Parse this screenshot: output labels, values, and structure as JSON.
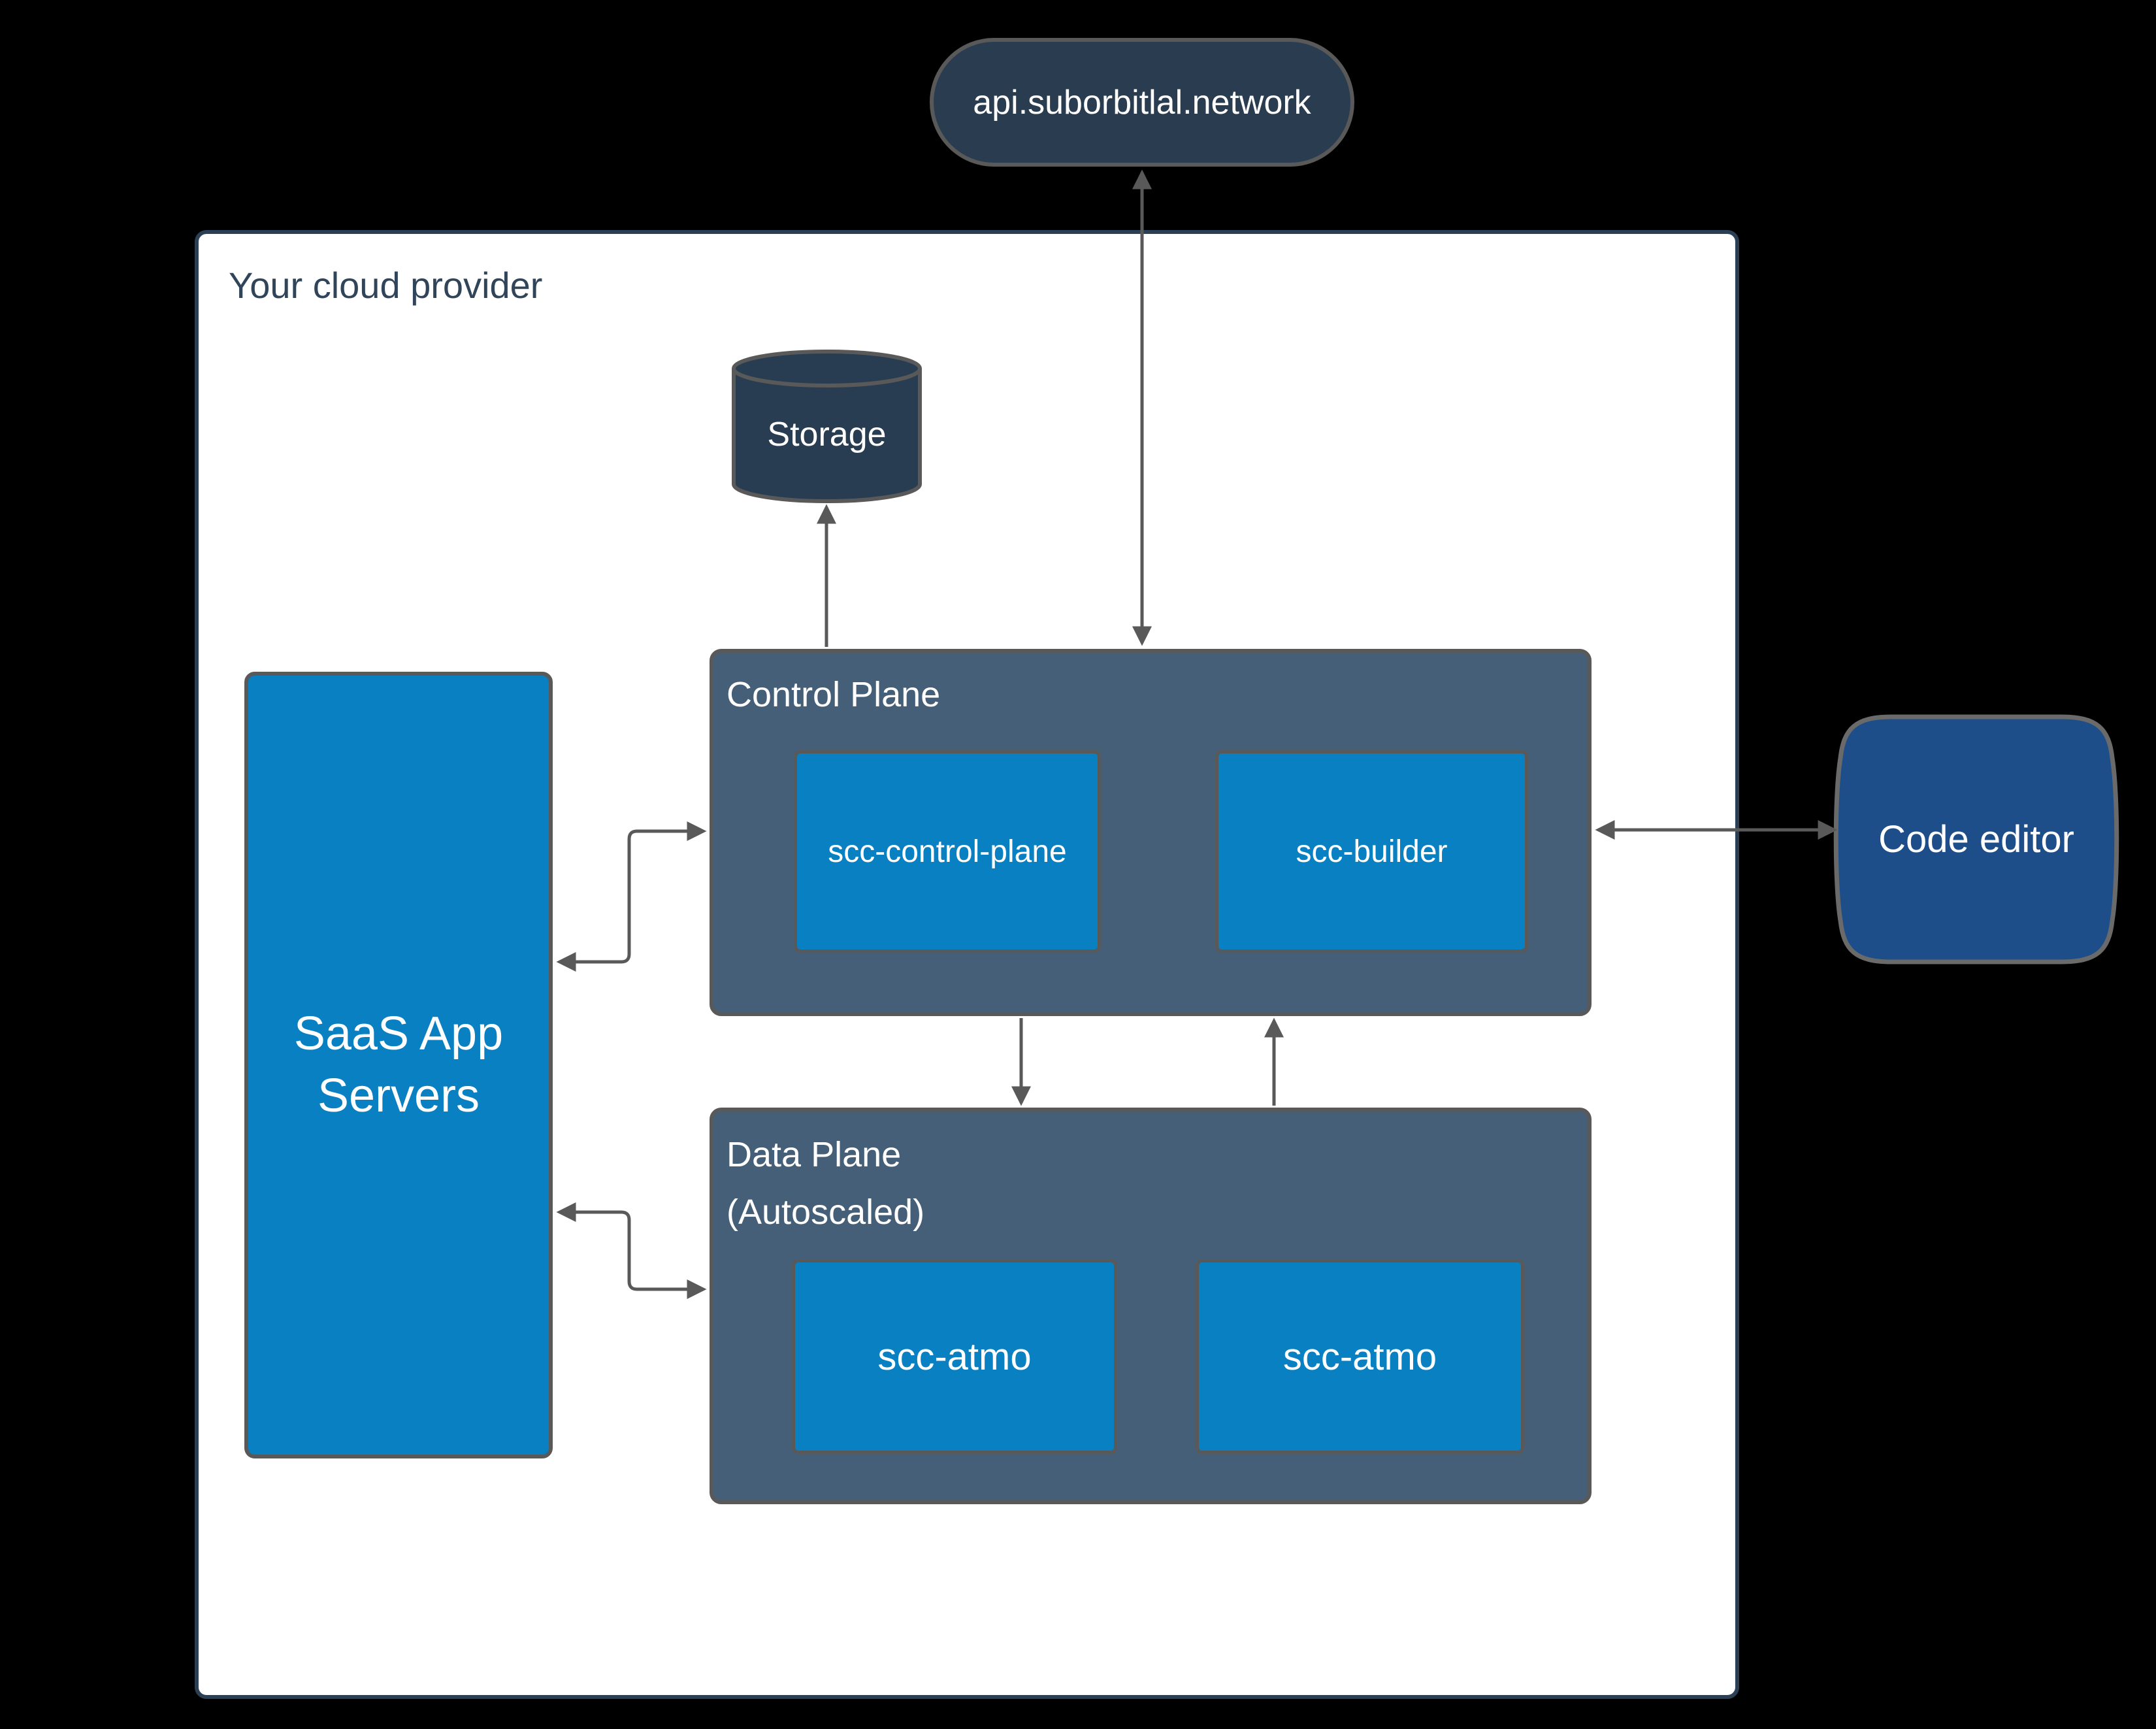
{
  "colors": {
    "background": "#000000",
    "canvas": "#ffffff",
    "canvas_border": "#2b4055",
    "plane_fill": "#465f78",
    "node_blue": "#0880c2",
    "dark_navy": "#2a3c4f",
    "storage_fill": "#293d52",
    "code_editor_fill": "#1d4e89",
    "connector_gray": "#595959",
    "border_gray": "#595959",
    "canvas_label_text": "#31455a",
    "white_text": "#ffffff"
  },
  "external": {
    "api_endpoint": {
      "label": "api.suborbitlal.network"
    },
    "code_editor": {
      "label": "Code editor"
    }
  },
  "cloud": {
    "label": "Your cloud provider",
    "storage": {
      "label": "Storage"
    },
    "saas": {
      "label": "SaaS App\nServers"
    },
    "control_plane": {
      "label": "Control Plane",
      "nodes": [
        {
          "label": "scc-control-plane"
        },
        {
          "label": "scc-builder"
        }
      ]
    },
    "data_plane": {
      "label": "Data Plane",
      "sublabel": "(Autoscaled)",
      "nodes": [
        {
          "label": "scc-atmo"
        },
        {
          "label": "scc-atmo"
        }
      ]
    }
  },
  "connectors": [
    {
      "name": "api-to-control-plane",
      "direction": "bidirectional"
    },
    {
      "name": "control-plane-to-storage",
      "direction": "up"
    },
    {
      "name": "control-plane-to-data-plane",
      "direction": "down"
    },
    {
      "name": "data-plane-to-control-plane",
      "direction": "up"
    },
    {
      "name": "scc-control-plane-to-scc-builder",
      "direction": "right"
    },
    {
      "name": "scc-builder-to-scc-control-plane",
      "direction": "left"
    },
    {
      "name": "saas-control-plane-link",
      "direction": "bidirectional"
    },
    {
      "name": "saas-data-plane-link",
      "direction": "bidirectional"
    },
    {
      "name": "control-plane-code-editor-link",
      "direction": "bidirectional"
    }
  ]
}
